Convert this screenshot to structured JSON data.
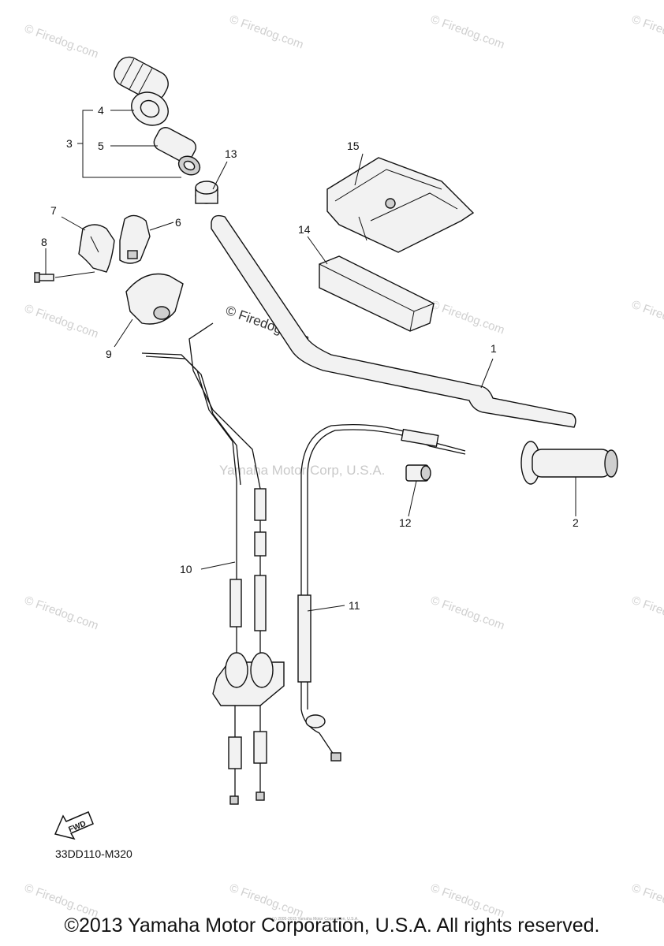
{
  "watermark": {
    "text": "© Firedog.com",
    "center_text": "© Firedog.com",
    "mid_text": "Yamaha Motor Corp, U.S.A."
  },
  "callouts": [
    "1",
    "2",
    "3",
    "4",
    "5",
    "6",
    "7",
    "8",
    "9",
    "10",
    "11",
    "12",
    "13",
    "14",
    "15"
  ],
  "diagram_code": "33DD110-M320",
  "fwd_label": "FWD",
  "copyright": "©2013 Yamaha Motor Corporation, U.S.A. All rights reserved.",
  "tiny_credit": "(c) 2005-2015 Yamaha Motor Corporation, U.S.A."
}
